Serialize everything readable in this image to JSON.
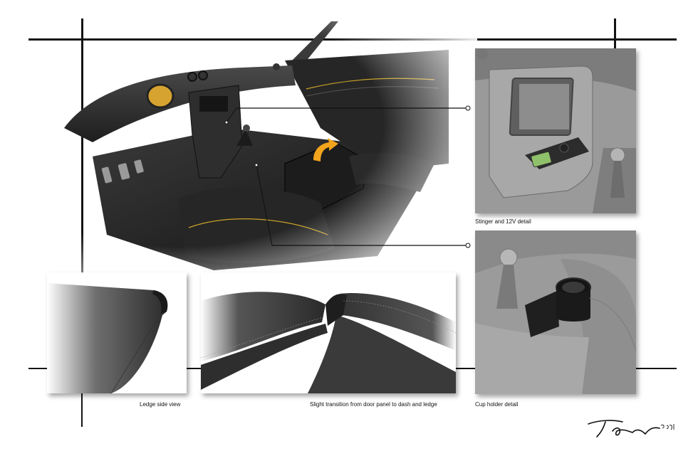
{
  "captions": {
    "stinger": "Stinger and 12V detail",
    "ledge": "Ledge side view",
    "transition": "Slight transition from door panel to dash and ledge",
    "cupholder": "Cup holder detail"
  },
  "signature": "Tom 2017",
  "colors": {
    "frame": "#141414",
    "leather": "#2b2b2b",
    "stitch_accent": "#c9a227",
    "arrow": "#f2a41c",
    "detail_gray": "#8c8c8c"
  }
}
